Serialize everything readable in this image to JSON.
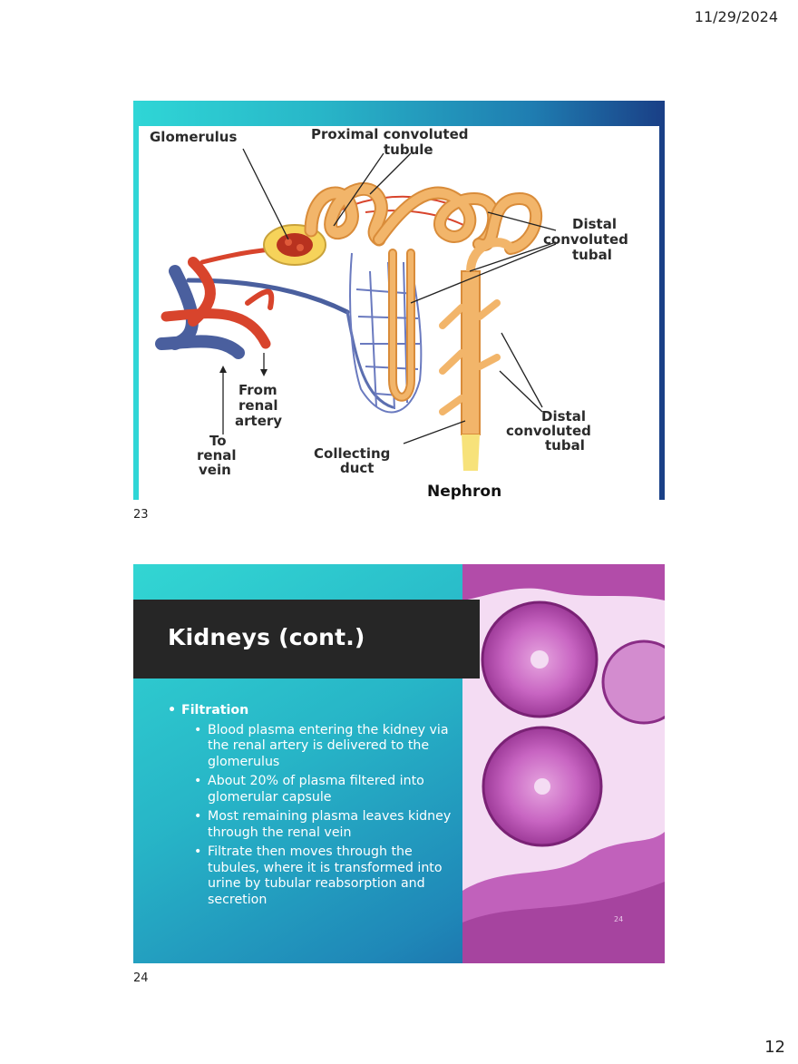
{
  "header": {
    "date": "11/29/2024"
  },
  "footer": {
    "page_number": "12"
  },
  "slide1": {
    "number": "23",
    "labels": {
      "glomerulus": "Glomerulus",
      "proximal_1": "Proximal convoluted",
      "proximal_2": "tubule",
      "distal_top_1": "Distal",
      "distal_top_2": "convoluted",
      "distal_top_3": "tubal",
      "from_1": "From",
      "from_2": "renal",
      "from_3": "artery",
      "to_1": "To",
      "to_2": "renal",
      "to_3": "vein",
      "collecting_1": "Collecting",
      "collecting_2": "duct",
      "distal_bot_1": "Distal",
      "distal_bot_2": "convoluted",
      "distal_bot_3": "tubal",
      "caption": "Nephron"
    },
    "colors": {
      "artery": "#d8442c",
      "vein": "#4a5f9e",
      "tubule": "#f2b56a",
      "tubule_edge": "#d98c3a"
    }
  },
  "slide2": {
    "number": "24",
    "title": "Kidneys (cont.)",
    "small_number": "24",
    "bullets": {
      "heading": "Filtration",
      "items": [
        "Blood plasma entering the kidney via the renal artery is delivered to the glomerulus",
        "About 20% of plasma filtered into glomerular capsule",
        "Most remaining plasma leaves kidney through the renal vein",
        "Filtrate then moves through the tubules, where it is transformed into urine by tubular reabsorption and secretion"
      ]
    }
  }
}
